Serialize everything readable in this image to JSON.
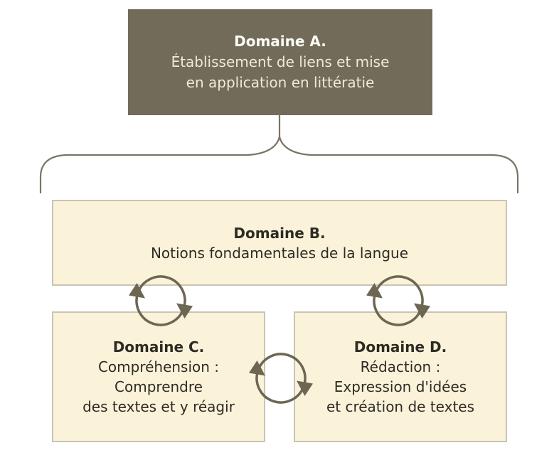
{
  "colors": {
    "canvas_bg": "#ffffff",
    "domain_a_bg": "#726b59",
    "domain_a_title_text": "#fdfcf5",
    "domain_a_body_text": "#f0e9d5",
    "cream_box_bg": "#fbf3d9",
    "cream_box_border": "#c9c4b4",
    "box_text": "#2e2b25",
    "connector": "#7b7466",
    "cycle_arrow": "#6d6653"
  },
  "boxes": {
    "domain_a": {
      "title": "Domaine A.",
      "lines": [
        "Établissement de liens et mise",
        "en application en littératie"
      ]
    },
    "domain_b": {
      "title": "Domaine B.",
      "lines": [
        "Notions fondamentales de la langue"
      ]
    },
    "domain_c": {
      "title": "Domaine C.",
      "lines": [
        "Compréhension :",
        "Comprendre",
        "des textes et y réagir"
      ]
    },
    "domain_d": {
      "title": "Domaine D.",
      "lines": [
        "Rédaction :",
        "Expression d'idées",
        "et création de textes"
      ]
    }
  },
  "icons": {
    "cycle_b_c": "cycle-arrows-icon",
    "cycle_b_d": "cycle-arrows-icon",
    "cycle_c_d": "cycle-arrows-icon"
  }
}
